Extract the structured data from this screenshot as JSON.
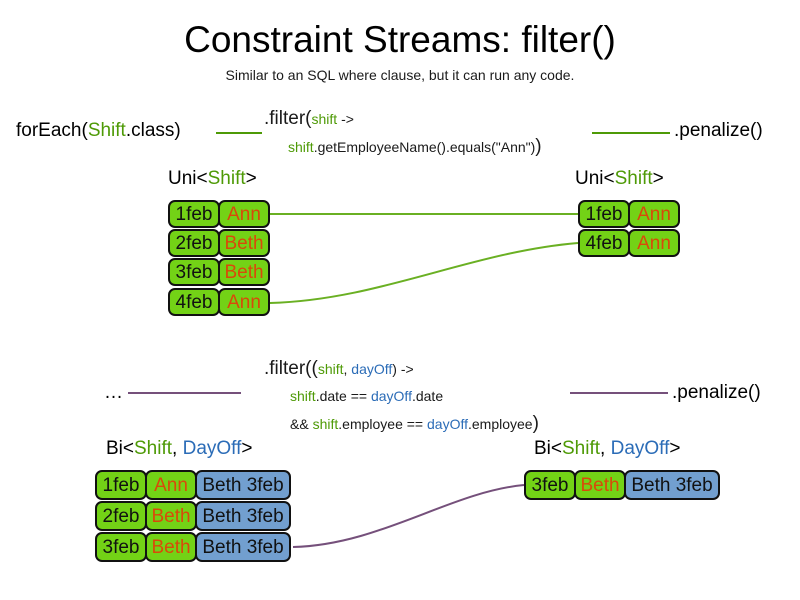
{
  "title": "Constraint Streams: filter()",
  "subtitle": "Similar to an SQL where clause, but it can run any code.",
  "colors": {
    "shift_green": "#4e9a06",
    "dayoff_blue": "#2b6cb7",
    "box_shift_fill": "#73d216",
    "box_dayoff_fill": "#729fcf",
    "name_orange": "#d94a0a",
    "connector_green": "#4e9a06",
    "connector_purple": "#75507b"
  },
  "row1": {
    "source_prefix": "forEach(",
    "source_type": "Shift",
    "source_suffix": ".class)",
    "filter_head_start": ".filter(",
    "filter_head_var": "shift",
    "filter_head_arrow": " ->",
    "filter_body_var": "shift",
    "filter_body_rest": ".getEmployeeName().equals(\"Ann\")",
    "filter_close_paren": ")",
    "terminal": ".penalize()",
    "in_label_prefix": "Uni<",
    "in_label_type": "Shift",
    "in_label_suffix": ">",
    "out_label_prefix": "Uni<",
    "out_label_type": "Shift",
    "out_label_suffix": ">",
    "in_tuples": [
      {
        "date": "1feb",
        "name": "Ann"
      },
      {
        "date": "2feb",
        "name": "Beth"
      },
      {
        "date": "3feb",
        "name": "Beth"
      },
      {
        "date": "4feb",
        "name": "Ann"
      }
    ],
    "out_tuples": [
      {
        "date": "1feb",
        "name": "Ann"
      },
      {
        "date": "4feb",
        "name": "Ann"
      }
    ]
  },
  "row2": {
    "source_prefix": "…",
    "filter_head_start": ".filter((",
    "filter_head_var1": "shift",
    "filter_head_comma": ", ",
    "filter_head_var2": "dayOff",
    "filter_head_arrow": ") ->",
    "filter_line2_var1": "shift",
    "filter_line2_mid": ".date == ",
    "filter_line2_var2": "dayOff",
    "filter_line2_end": ".date",
    "filter_line3_pre": "&& ",
    "filter_line3_var1": "shift",
    "filter_line3_mid": ".employee == ",
    "filter_line3_var2": "dayOff",
    "filter_line3_end": ".employee",
    "filter_close_paren": ")",
    "terminal": ".penalize()",
    "in_label_prefix": "Bi<",
    "in_label_type1": "Shift",
    "in_label_comma": ", ",
    "in_label_type2": "DayOff",
    "in_label_suffix": ">",
    "out_label_prefix": "Bi<",
    "out_label_type1": "Shift",
    "out_label_comma": ", ",
    "out_label_type2": "DayOff",
    "out_label_suffix": ">",
    "in_tuples": [
      {
        "date": "1feb",
        "name": "Ann",
        "dayoff": "Beth 3feb"
      },
      {
        "date": "2feb",
        "name": "Beth",
        "dayoff": "Beth 3feb"
      },
      {
        "date": "3feb",
        "name": "Beth",
        "dayoff": "Beth 3feb"
      }
    ],
    "out_tuples": [
      {
        "date": "3feb",
        "name": "Beth",
        "dayoff": "Beth 3feb"
      }
    ]
  }
}
